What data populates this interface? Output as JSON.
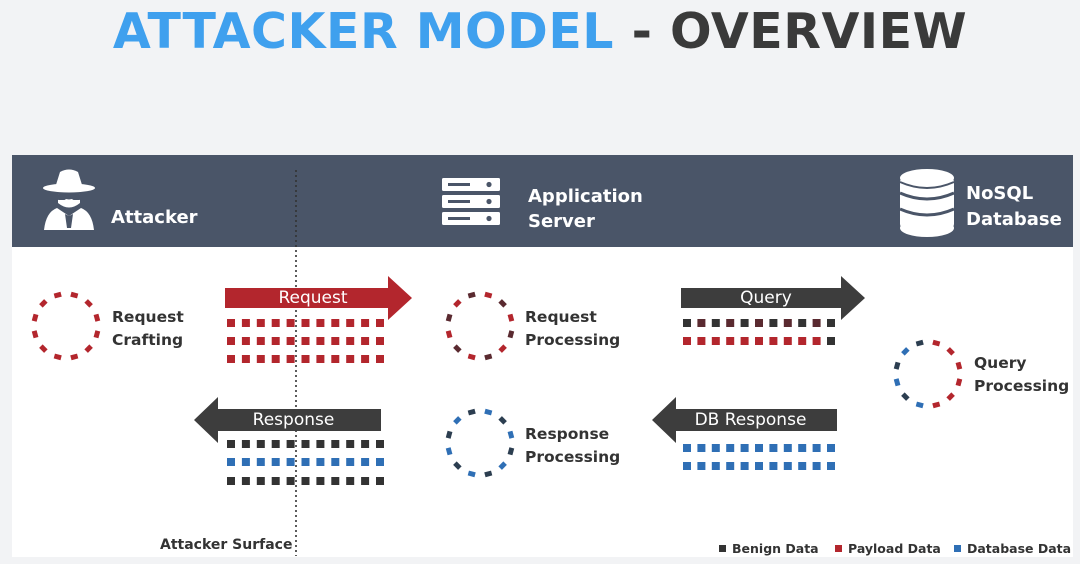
{
  "title": {
    "main": "ATTACKER MODEL",
    "separator": "-",
    "sub": "OVERVIEW"
  },
  "header": {
    "attacker": "Attacker",
    "server_line1": "Application",
    "server_line2": "Server",
    "db_line1": "NoSQL",
    "db_line2": "Database"
  },
  "stages": {
    "request_crafting": [
      "Request",
      "Crafting"
    ],
    "request_processing": [
      "Request",
      "Processing"
    ],
    "response_processing": [
      "Response",
      "Processing"
    ],
    "query_processing": [
      "Query",
      "Processing"
    ]
  },
  "arrows": {
    "request": "Request",
    "response": "Response",
    "query": "Query",
    "db_response": "DB Response"
  },
  "surface_label": "Attacker Surface",
  "legend": [
    {
      "label": "Benign Data",
      "color": "#333333"
    },
    {
      "label": "Payload Data",
      "color": "#b3262d"
    },
    {
      "label": "Database Data",
      "color": "#2f6fb5"
    }
  ],
  "colors": {
    "title_accent": "#3fa0ee",
    "header_band": "#4a5568",
    "benign": "#333333",
    "payload": "#b3262d",
    "database": "#2f6fb5",
    "arrow_dark": "#3d3d3d",
    "arrow_red": "#b3262d"
  },
  "icons": [
    "spy-icon",
    "server-rack-icon",
    "database-icon"
  ]
}
